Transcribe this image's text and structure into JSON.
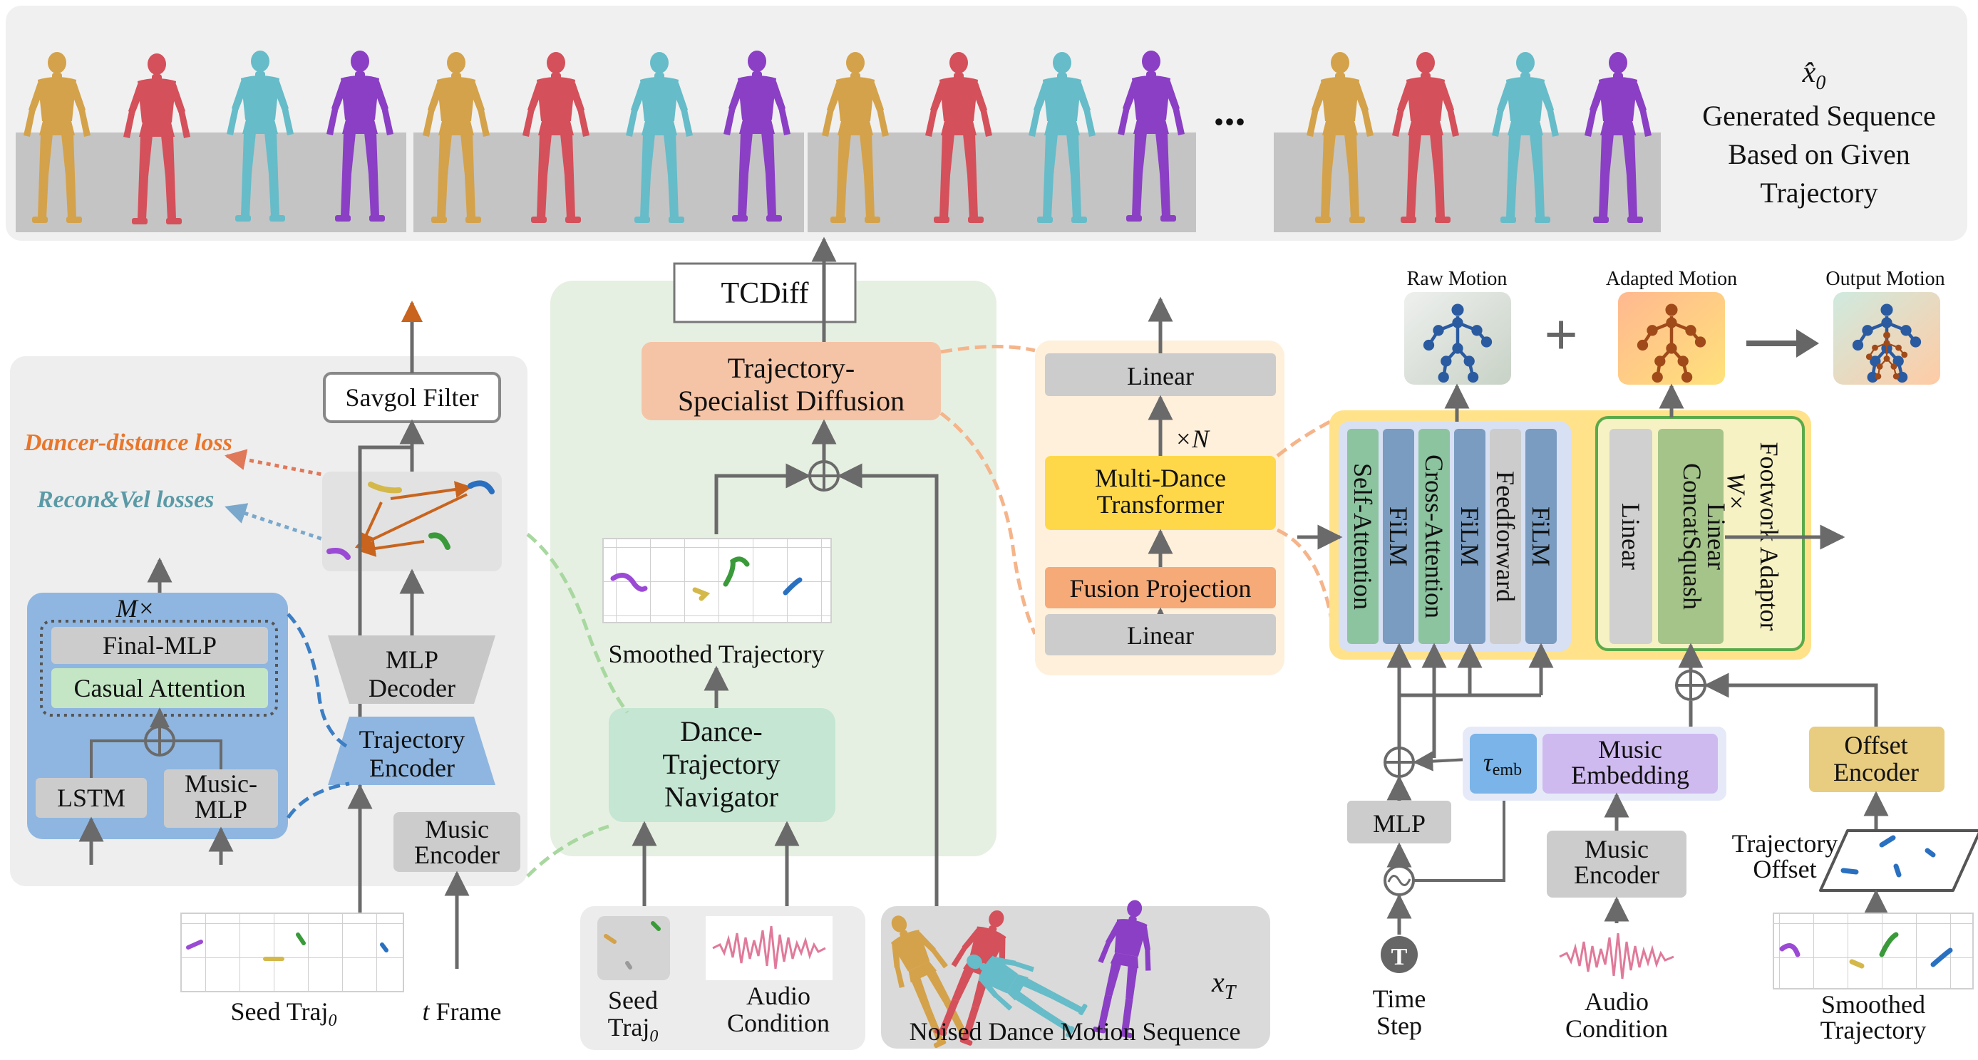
{
  "top_banner": {
    "ellipsis": "...",
    "x0_symbol": "x̂",
    "x0_subscript": "0",
    "caption_line1": "Generated Sequence",
    "caption_line2": "Based on Given",
    "caption_line3": "Trajectory"
  },
  "left_panel": {
    "dancer_distance_loss": "Dancer-distance loss",
    "recon_vel_losses": "Recon&Vel losses",
    "savgol_filter": "Savgol Filter",
    "mlp_decoder_line1": "MLP",
    "mlp_decoder_line2": "Decoder",
    "trajectory_encoder_line1": "Trajectory",
    "trajectory_encoder_line2": "Encoder",
    "music_encoder_line1": "Music",
    "music_encoder_line2": "Encoder",
    "m_times": "M×",
    "final_mlp": "Final-MLP",
    "casual_attention": "Casual Attention",
    "lstm": "LSTM",
    "music_mlp_line1": "Music-",
    "music_mlp_line2": "MLP",
    "seed_traj": "Seed Traj",
    "seed_traj_sub": "0",
    "t_symbol": "t",
    "frame": "Frame"
  },
  "center_panel": {
    "tcdiff": "TCDiff",
    "tsd_line1": "Trajectory-",
    "tsd_line2": "Specialist Diffusion",
    "smoothed_trajectory": "Smoothed Trajectory",
    "navigator_line1": "Dance-",
    "navigator_line2": "Trajectory",
    "navigator_line3": "Navigator",
    "seed_line1": "Seed",
    "seed_line2": "Traj",
    "seed_sub": "0",
    "audio_line1": "Audio",
    "audio_line2": "Condition",
    "noised_sequence": "Noised Dance Motion Sequence",
    "xt_symbol": "x",
    "xt_subscript": "T"
  },
  "transformer_panel": {
    "linear_top": "Linear",
    "times_n": "×N",
    "mdt_line1": "Multi-Dance",
    "mdt_line2": "Transformer",
    "fusion_projection": "Fusion Projection",
    "linear_bottom": "Linear"
  },
  "right_panel": {
    "raw_motion": "Raw Motion",
    "adapted_motion": "Adapted Motion",
    "output_motion": "Output Motion",
    "plus": "+",
    "self_attention": "Self-Attention",
    "film1": "FiLM",
    "cross_attention": "Cross-Attention",
    "film2": "FiLM",
    "feedforward": "Feedforward",
    "film3": "FiLM",
    "linear": "Linear",
    "concat_line1": "ConcatSquash",
    "concat_line2": "Linear",
    "w_times": "W×",
    "footwork_adaptor": "Footwork Adaptor",
    "mlp": "MLP",
    "tau_symbol": "τ",
    "tau_sub": "emb",
    "music_embedding_line1": "Music",
    "music_embedding_line2": "Embedding",
    "offset_encoder_line1": "Offset",
    "offset_encoder_line2": "Encoder",
    "music_encoder_line1": "Music",
    "music_encoder_line2": "Encoder",
    "trajectory_offset_line1": "Trajectory",
    "trajectory_offset_line2": "Offset",
    "time_step_symbol": "T",
    "time_step_line1": "Time",
    "time_step_line2": "Step",
    "audio_line1": "Audio",
    "audio_line2": "Condition",
    "smoothed_line1": "Smoothed",
    "smoothed_line2": "Trajectory"
  },
  "colors": {
    "gold": "#d4a24a",
    "red": "#d4505a",
    "cyan": "#66bcc8",
    "purple": "#8a3fc4",
    "orange_box": "#f5c4a6",
    "green_box": "#c4e6d2",
    "yellow_box": "#ffd84a",
    "blue_box": "#8fb6e0"
  }
}
